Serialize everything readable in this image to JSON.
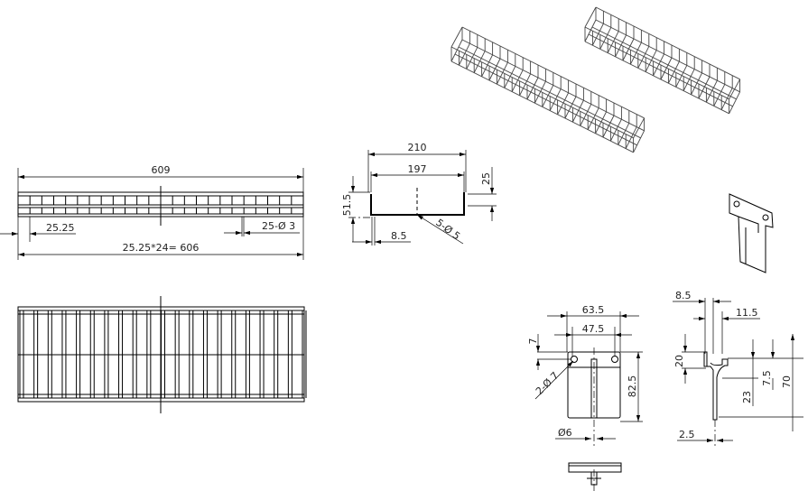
{
  "drawing": {
    "front_view": {
      "overall_length": "609",
      "pitch": "25.25",
      "wire_count_dia": "25-Ø 3",
      "pitch_total": "25.25*24= 606"
    },
    "section_view": {
      "outer_width": "210",
      "inner_width": "197",
      "lip_height": "25",
      "height": "51.5",
      "offset": "8.5",
      "wire_dia": "5-Ø 5"
    },
    "bracket_front": {
      "width": "63.5",
      "hole_spacing": "47.5",
      "hole_offset": "7",
      "hole_dia": "2-Ø 7",
      "height": "82.5",
      "rod_dia": "Ø6"
    },
    "bracket_side": {
      "offset_a": "8.5",
      "offset_b": "11.5",
      "hook_height": "20",
      "hook_drop": "23",
      "lip": "7.5",
      "total_height": "70",
      "thickness": "2.5"
    }
  }
}
